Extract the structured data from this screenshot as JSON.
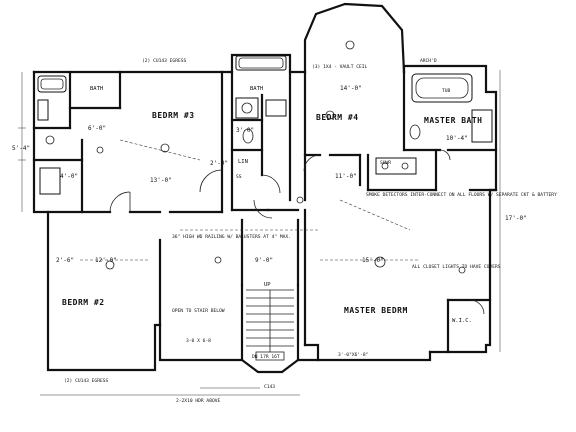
{
  "rooms": {
    "bedroom3": "BEDRM #3",
    "bedroom4": "BEDRM #4",
    "bedroom2": "BEDRM #2",
    "master_bedroom": "MASTER BEDRM",
    "master_bath": "MASTER BATH",
    "bath1": "BATH",
    "bath2": "BATH",
    "linen": "LIN",
    "walk_in_closet": "W.I.C.",
    "open_to_stair": "OPEN TO STAIR BELOW",
    "shower": "SHWR",
    "tub": "TUB"
  },
  "dimensions": {
    "d1": "13'-0\"",
    "d2": "12'-0\"",
    "d3": "15'-0\"",
    "d4": "14'-0\"",
    "d5": "11'-0\"",
    "d6": "10'-4\"",
    "d7": "3'-0\"",
    "d8": "2'-6\"",
    "d9": "6'-0\"",
    "d10": "5'-4\"",
    "d11": "4'-0\"",
    "d12": "9'-0\"",
    "d13": "2'-0\"",
    "d14": "17'-0\""
  },
  "notes": {
    "egress_top": "(2) CU143 EGRESS",
    "egress_bottom": "(2) CU143 EGRESS",
    "cathedral": "(3) 1X4 - VAULT CEIL",
    "ceiling_note": "SMOKE DETECTORS INTER-CONNECT ON ALL FLOORS W/ SEPARATE CKT & BATTERY",
    "walk_note": "ALL CLOSET LIGHTS TO HAVE COVERS",
    "rail_note": "36\" HIGH WD RAILING W/ BALUSTERS AT 4\" MAX.",
    "arch": "ARCH'D",
    "stair": "UP",
    "dn": "DN 17R 16T",
    "window_code": "C143",
    "ceiling_height": "3-0 X 6-8",
    "header": "2-2X10 HDR ABOVE",
    "window_a": "3'-0\"X6'-8\"",
    "ss": "SS"
  }
}
